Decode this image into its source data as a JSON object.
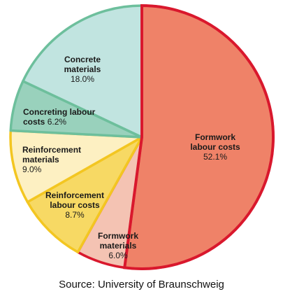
{
  "chart_data": {
    "type": "pie",
    "slices": [
      {
        "name": "Formwork labour costs",
        "label_lines": [
          "Formwork",
          "labour costs"
        ],
        "value": 52.1,
        "value_label": "52.1%",
        "fill": "#ef8268",
        "outer": "#d9182d",
        "inner": "#d9182d"
      },
      {
        "name": "Formwork materials",
        "label_lines": [
          "Formwork",
          "materials"
        ],
        "value": 6.0,
        "value_label": "6.0%",
        "fill": "#f4c3b3",
        "outer": "#d9182d",
        "inner": "#d9182d"
      },
      {
        "name": "Reinforcement labour costs",
        "label_lines": [
          "Reinforcement",
          "labour costs"
        ],
        "value": 8.7,
        "value_label": "8.7%",
        "fill": "#f7d964",
        "outer": "#f3c621",
        "inner": "#f3c621"
      },
      {
        "name": "Reinforcement materials",
        "label_lines": [
          "Reinforcement",
          "materials"
        ],
        "value": 9.0,
        "value_label": "9.0%",
        "fill": "#fdf0c2",
        "outer": "#f3c621",
        "inner": "#f3c621"
      },
      {
        "name": "Concreting labour costs",
        "label_lines": [
          "Concreting labour",
          "costs"
        ],
        "value": 6.2,
        "value_label": "6.2%",
        "fill": "#99d1bc",
        "outer": "#6dbf9c",
        "inner": "#6dbf9c"
      },
      {
        "name": "Concrete materials",
        "label_lines": [
          "Concrete",
          "materials"
        ],
        "value": 18.0,
        "value_label": "18.0%",
        "fill": "#c1e4e0",
        "outer": "#6dbf9c",
        "inner": "#6dbf9c"
      }
    ]
  },
  "source": "Source: University of Braunschweig"
}
